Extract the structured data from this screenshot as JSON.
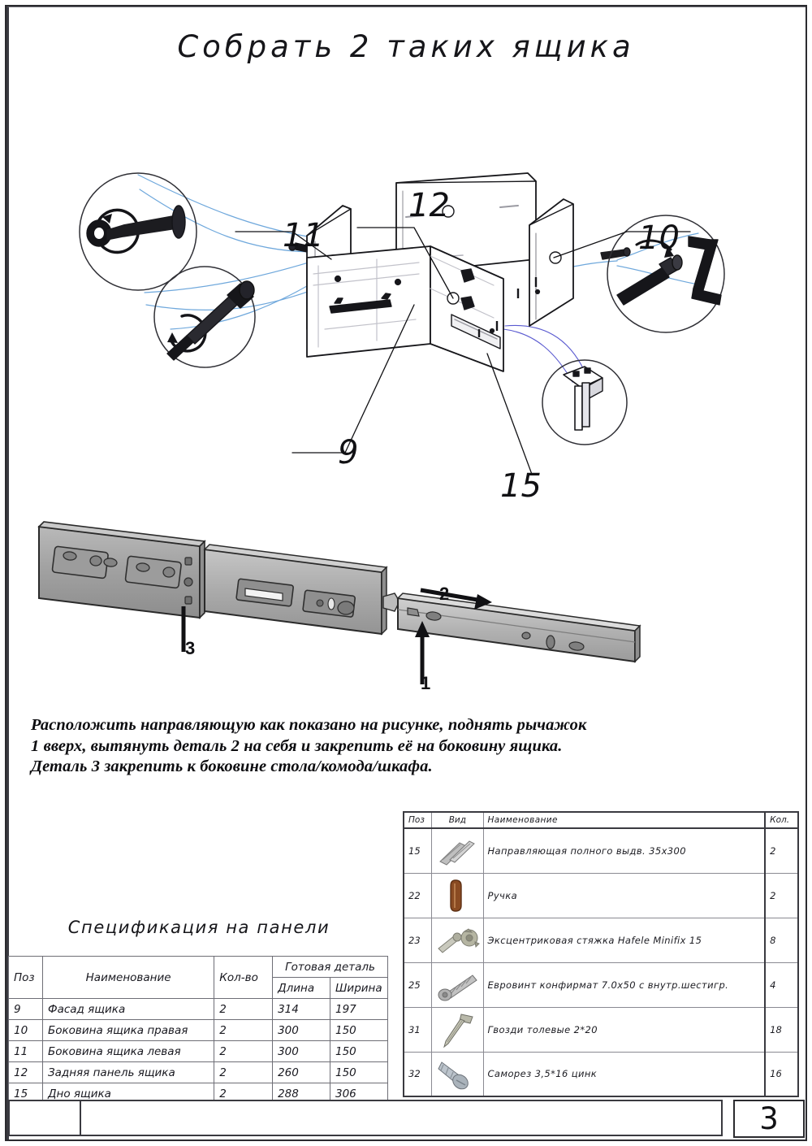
{
  "document": {
    "title": "Собрать 2 таких ящика",
    "page_number": "3"
  },
  "assembly_diagram": {
    "callouts": [
      {
        "id": "11",
        "label": "11"
      },
      {
        "id": "12",
        "label": "12"
      },
      {
        "id": "10",
        "label": "10"
      },
      {
        "id": "9",
        "label": "9"
      },
      {
        "id": "15",
        "label": "15"
      }
    ],
    "detail_bubbles": [
      {
        "name": "cam-lock-tightening-detail"
      },
      {
        "name": "minifix-bolt-screwdriver-detail"
      },
      {
        "name": "confirmat-hex-key-detail"
      },
      {
        "name": "slide-bracket-detail"
      }
    ]
  },
  "rail_diagram": {
    "markers": [
      {
        "id": "1",
        "label": "1"
      },
      {
        "id": "2",
        "label": "2"
      },
      {
        "id": "3",
        "label": "3"
      }
    ]
  },
  "instructions": {
    "line1": "Расположить направляющую как показано на рисунке, поднять рычажок",
    "line2": "1 вверх, вытянуть деталь 2 на себя и закрепить её на боковину ящика.",
    "line3": "Деталь 3 закрепить к боковине стола/комода/шкафа."
  },
  "panel_spec": {
    "title": "Спецификация на панели",
    "headers": {
      "pos": "Поз",
      "name": "Наименование",
      "qty": "Кол-во",
      "finished_part": "Готовая деталь",
      "length": "Длина",
      "width": "Ширина"
    },
    "rows": [
      {
        "pos": "9",
        "name": "Фасад ящика",
        "qty": "2",
        "length": "314",
        "width": "197"
      },
      {
        "pos": "10",
        "name": "Боковина ящика правая",
        "qty": "2",
        "length": "300",
        "width": "150"
      },
      {
        "pos": "11",
        "name": "Боковина ящика левая",
        "qty": "2",
        "length": "300",
        "width": "150"
      },
      {
        "pos": "12",
        "name": "Задняя панель ящика",
        "qty": "2",
        "length": "260",
        "width": "150"
      },
      {
        "pos": "15",
        "name": "Дно ящика",
        "qty": "2",
        "length": "288",
        "width": "306"
      }
    ]
  },
  "parts_table": {
    "headers": {
      "pos": "Поз",
      "view": "Вид",
      "name": "Наименование",
      "qty": "Кол."
    },
    "rows": [
      {
        "pos": "15",
        "icon": "drawer-slide-icon",
        "name": "Направляющая полного выдв. 35х300",
        "qty": "2"
      },
      {
        "pos": "22",
        "icon": "handle-icon",
        "name": "Ручка",
        "qty": "2"
      },
      {
        "pos": "23",
        "icon": "cam-lock-icon",
        "name": "Эксцентриковая стяжка Hafele Minifix 15",
        "qty": "8"
      },
      {
        "pos": "25",
        "icon": "confirmat-icon",
        "name": "Евровинт конфирмат 7.0х50 с внутр.шестигр.",
        "qty": "4"
      },
      {
        "pos": "31",
        "icon": "nail-icon",
        "name": "Гвозди толевые 2*20",
        "qty": "18"
      },
      {
        "pos": "32",
        "icon": "screw-icon",
        "name": "Саморез 3,5*16 цинк",
        "qty": "16"
      }
    ]
  },
  "colors": {
    "line": "#1a1a1f",
    "leader": "#111114",
    "highlight_blue": "#6fa8dc",
    "metal_grey": "#9a9a9a",
    "handle_brown": "#8a4b22",
    "border": "#2b2b2f"
  }
}
